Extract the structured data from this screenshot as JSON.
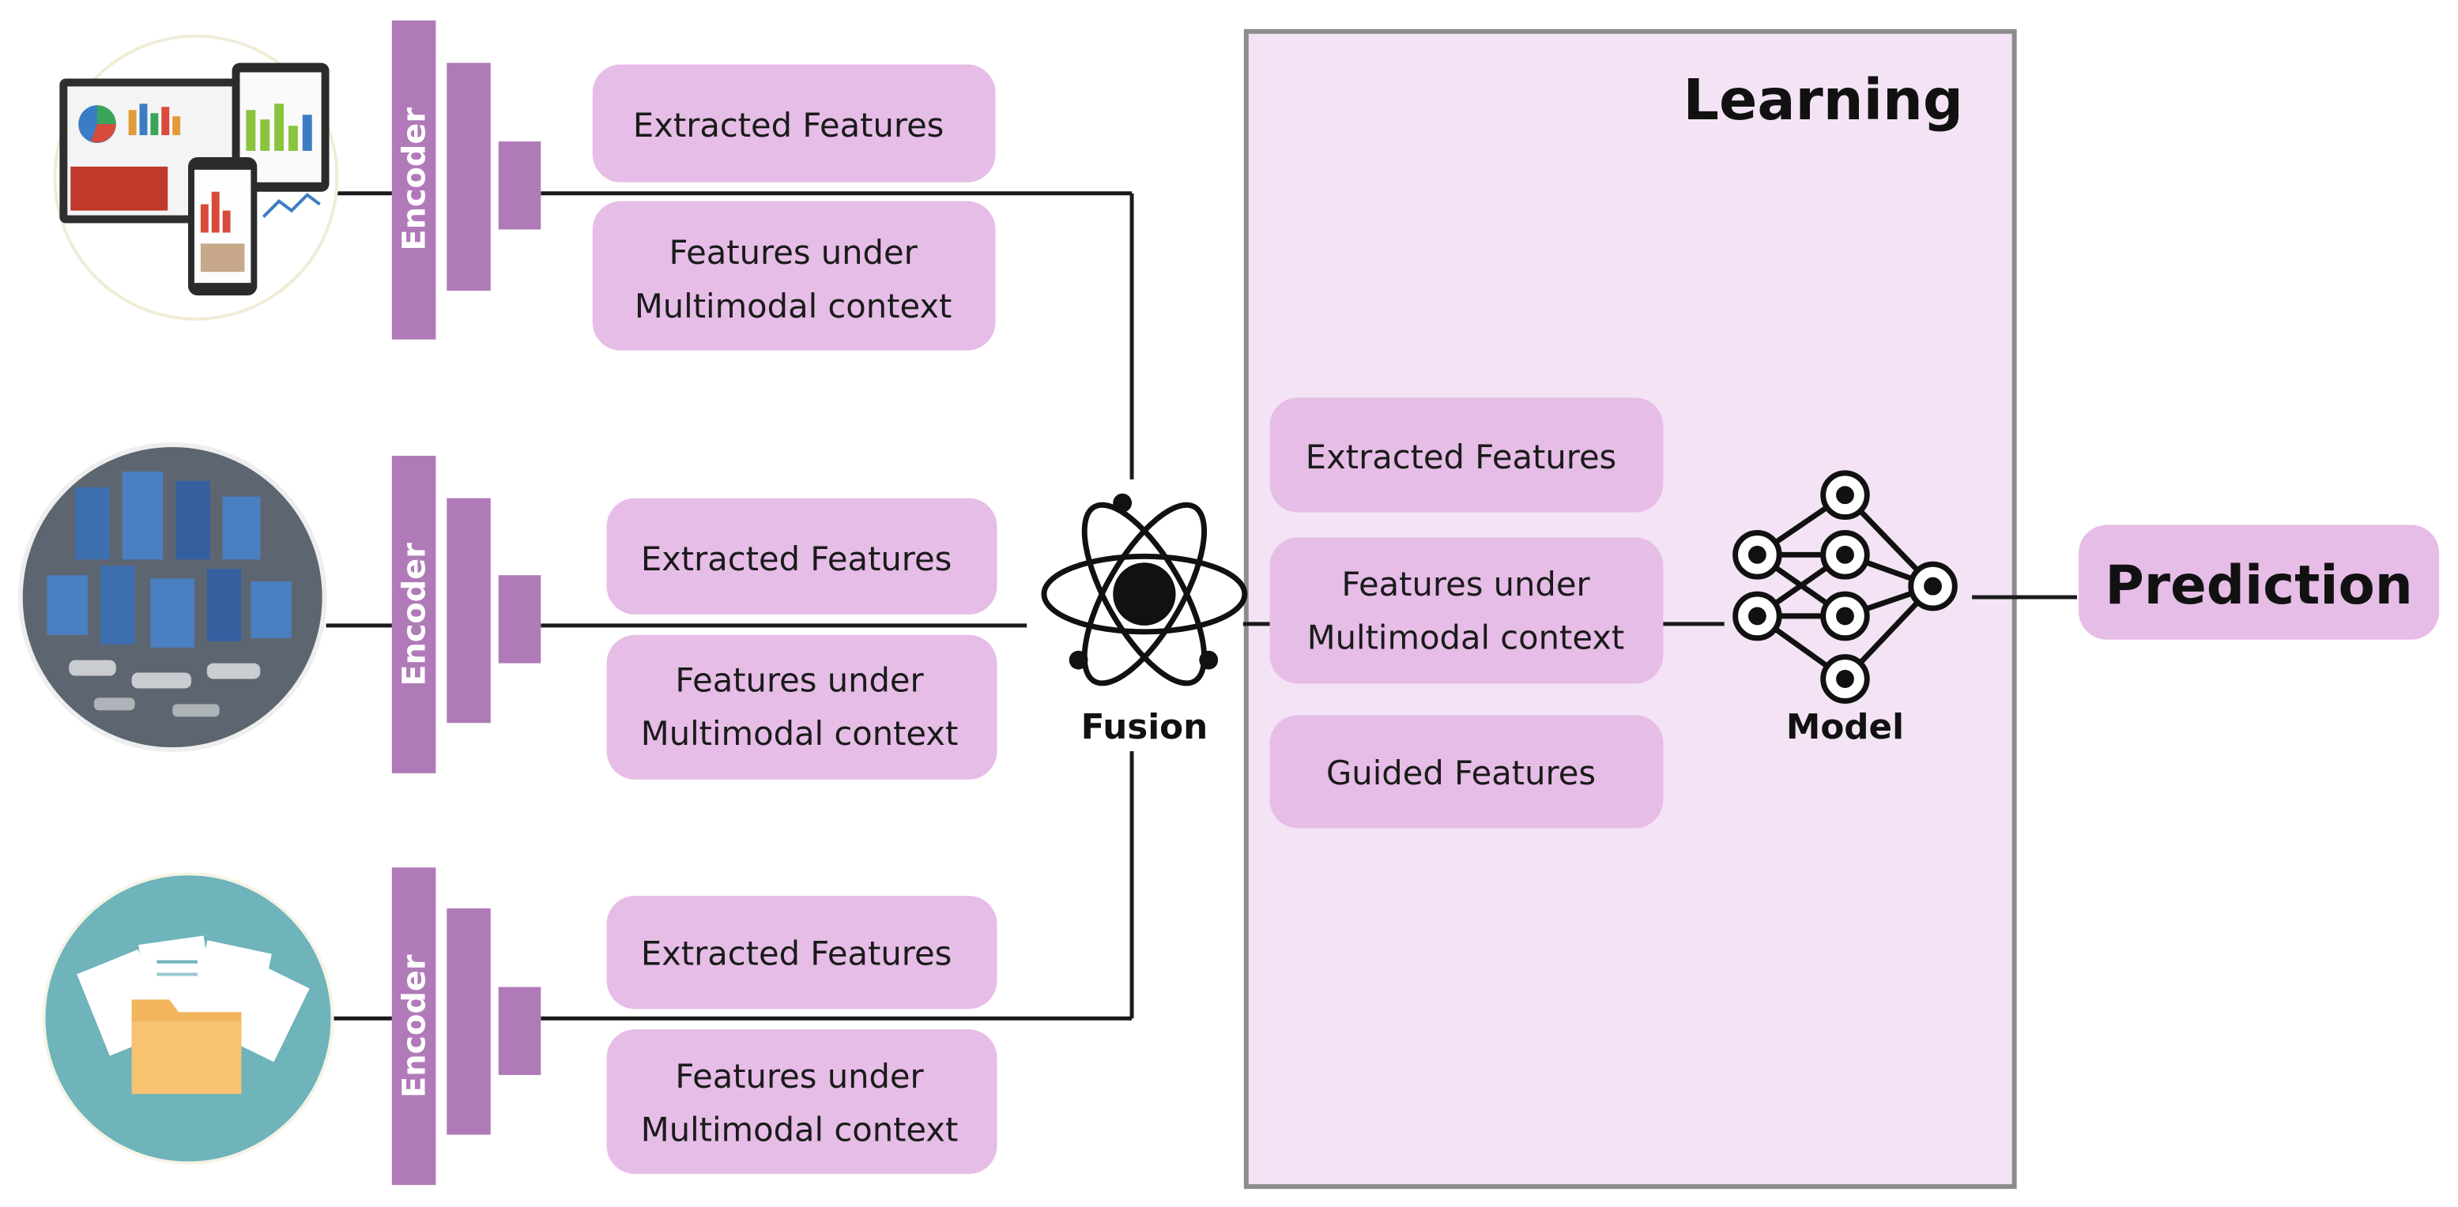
{
  "inputs": [
    {
      "icon": "dashboard-devices-icon",
      "encoder_label": "Encoder",
      "extracted_label": "Extracted Features",
      "context_label_line1": "Features under",
      "context_label_line2": "Multimodal context"
    },
    {
      "icon": "industrial-sensors-icon",
      "encoder_label": "Encoder",
      "extracted_label": "Extracted Features",
      "context_label_line1": "Features under",
      "context_label_line2": "Multimodal context"
    },
    {
      "icon": "document-folder-icon",
      "encoder_label": "Encoder",
      "extracted_label": "Extracted Features",
      "context_label_line1": "Features under",
      "context_label_line2": "Multimodal context"
    }
  ],
  "fusion": {
    "icon": "atom-icon",
    "label": "Fusion"
  },
  "learning": {
    "title": "Learning",
    "extracted_label": "Extracted Features",
    "context_label_line1": "Features under",
    "context_label_line2": "Multimodal context",
    "guided_label": "Guided Features"
  },
  "model": {
    "icon": "neural-network-icon",
    "label": "Model"
  },
  "prediction": {
    "label": "Prediction"
  },
  "colors": {
    "pill": "#e6bde6",
    "encoder": "#b07ab8",
    "learning_panel": "#f3e3f5",
    "learning_border": "#8c8c8c"
  }
}
